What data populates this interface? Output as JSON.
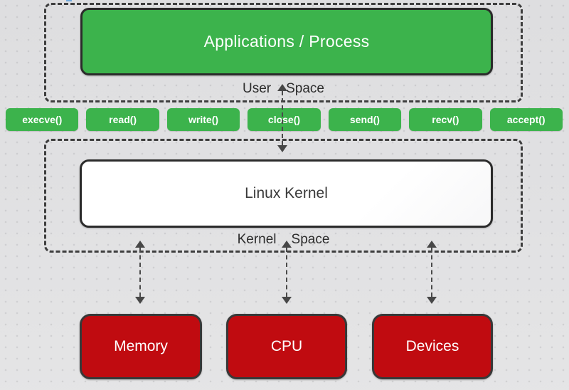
{
  "diagram": {
    "user_space": {
      "application_box_label": "Applications / Process",
      "label": {
        "word1": "User",
        "word2": "Space"
      }
    },
    "syscalls": [
      {
        "label": "execve()"
      },
      {
        "label": "read()"
      },
      {
        "label": "write()"
      },
      {
        "label": "close()"
      },
      {
        "label": "send()"
      },
      {
        "label": "recv()"
      },
      {
        "label": "accept()"
      }
    ],
    "kernel_space": {
      "kernel_box_label": "Linux Kernel",
      "label": {
        "word1": "Kernel",
        "word2": "Space"
      }
    },
    "hardware": [
      {
        "label": "Memory"
      },
      {
        "label": "CPU"
      },
      {
        "label": "Devices"
      }
    ],
    "colors": {
      "green": "#3cb34c",
      "red": "#c00b10",
      "solid_box_border": "#2b2b2b",
      "dashed_border": "#3e3e3e",
      "arrow": "#474747",
      "label_text": "#2c2c2c",
      "background": "#efeff0"
    }
  }
}
